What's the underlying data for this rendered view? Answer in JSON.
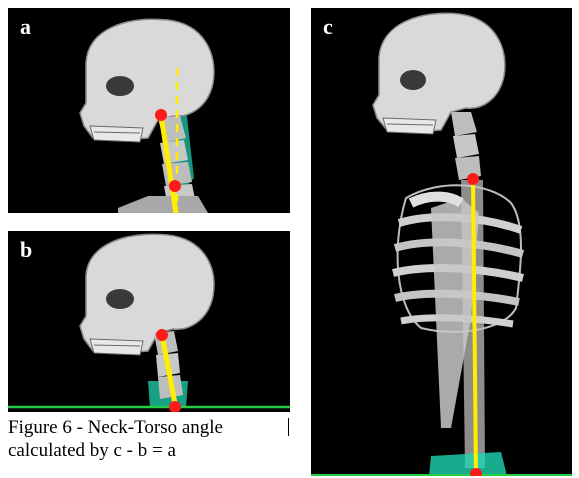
{
  "panels": {
    "a": {
      "label": "a"
    },
    "b": {
      "label": "b"
    },
    "c": {
      "label": "c"
    }
  },
  "caption": {
    "line1": "Figure 6 - Neck-Torso angle",
    "line2": "calculated by c - b = a"
  },
  "colors": {
    "background": "#000000",
    "bone": "#d9d9d9",
    "bone_shadow": "#8a8a8a",
    "marker_line": "#ffee00",
    "marker_point": "#ff1a1a",
    "torso_region": "#1fd6b0",
    "horizon_line": "#22cc44"
  },
  "icons": [
    "skull-icon",
    "spine-icon",
    "ribcage-icon"
  ]
}
